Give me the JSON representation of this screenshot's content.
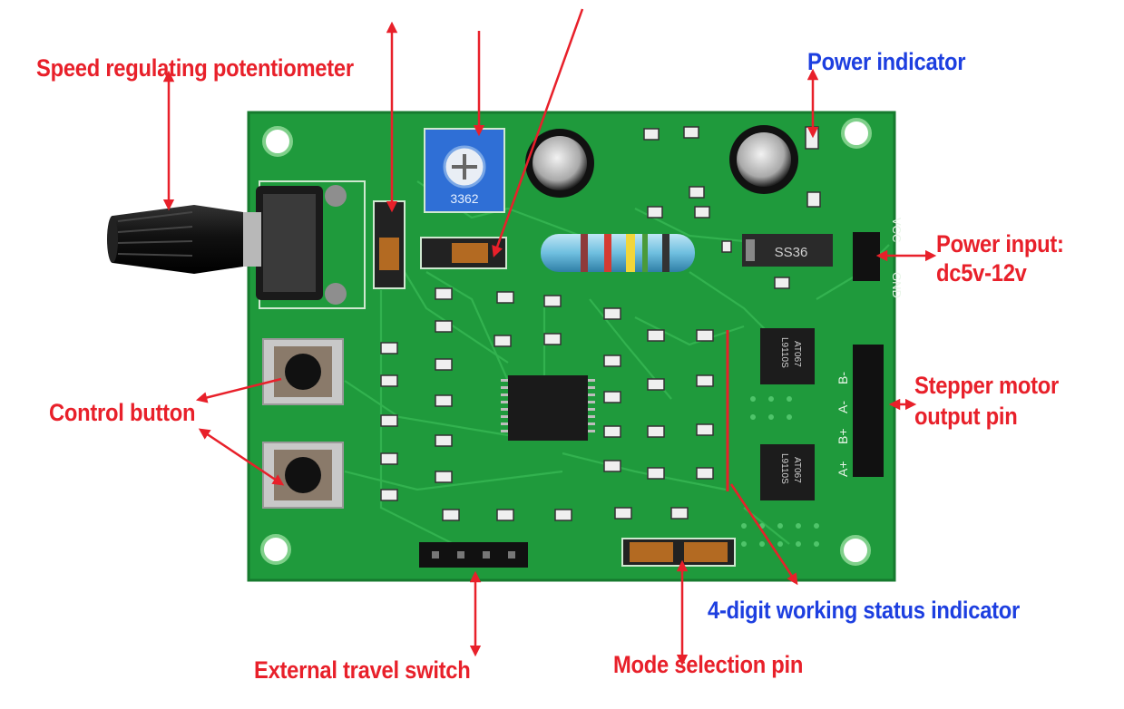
{
  "labels": {
    "speed_pot": "Speed regulating potentiometer",
    "power_indicator": "Power indicator",
    "power_input_line1": "Power input:",
    "power_input_line2": "dc5v-12v",
    "stepper_line1": "Stepper motor",
    "stepper_line2": "output pin",
    "control_button": "Control button",
    "status_indicator": "4-digit working status indicator",
    "travel_switch": "External travel switch",
    "mode_pin": "Mode selection pin"
  },
  "board_markings": {
    "trimmer": "3362",
    "diode": "SS36",
    "chip": "L9110S",
    "chip_code": "AT067",
    "vcc": "VCC",
    "gnd": "GND",
    "a_plus": "A+",
    "b_plus": "B+",
    "a_minus": "A-",
    "b_minus": "B-"
  },
  "colors": {
    "pcb": "#1f9a3c",
    "annotation_red": "#e8202a",
    "annotation_blue": "#1d3fe0"
  }
}
